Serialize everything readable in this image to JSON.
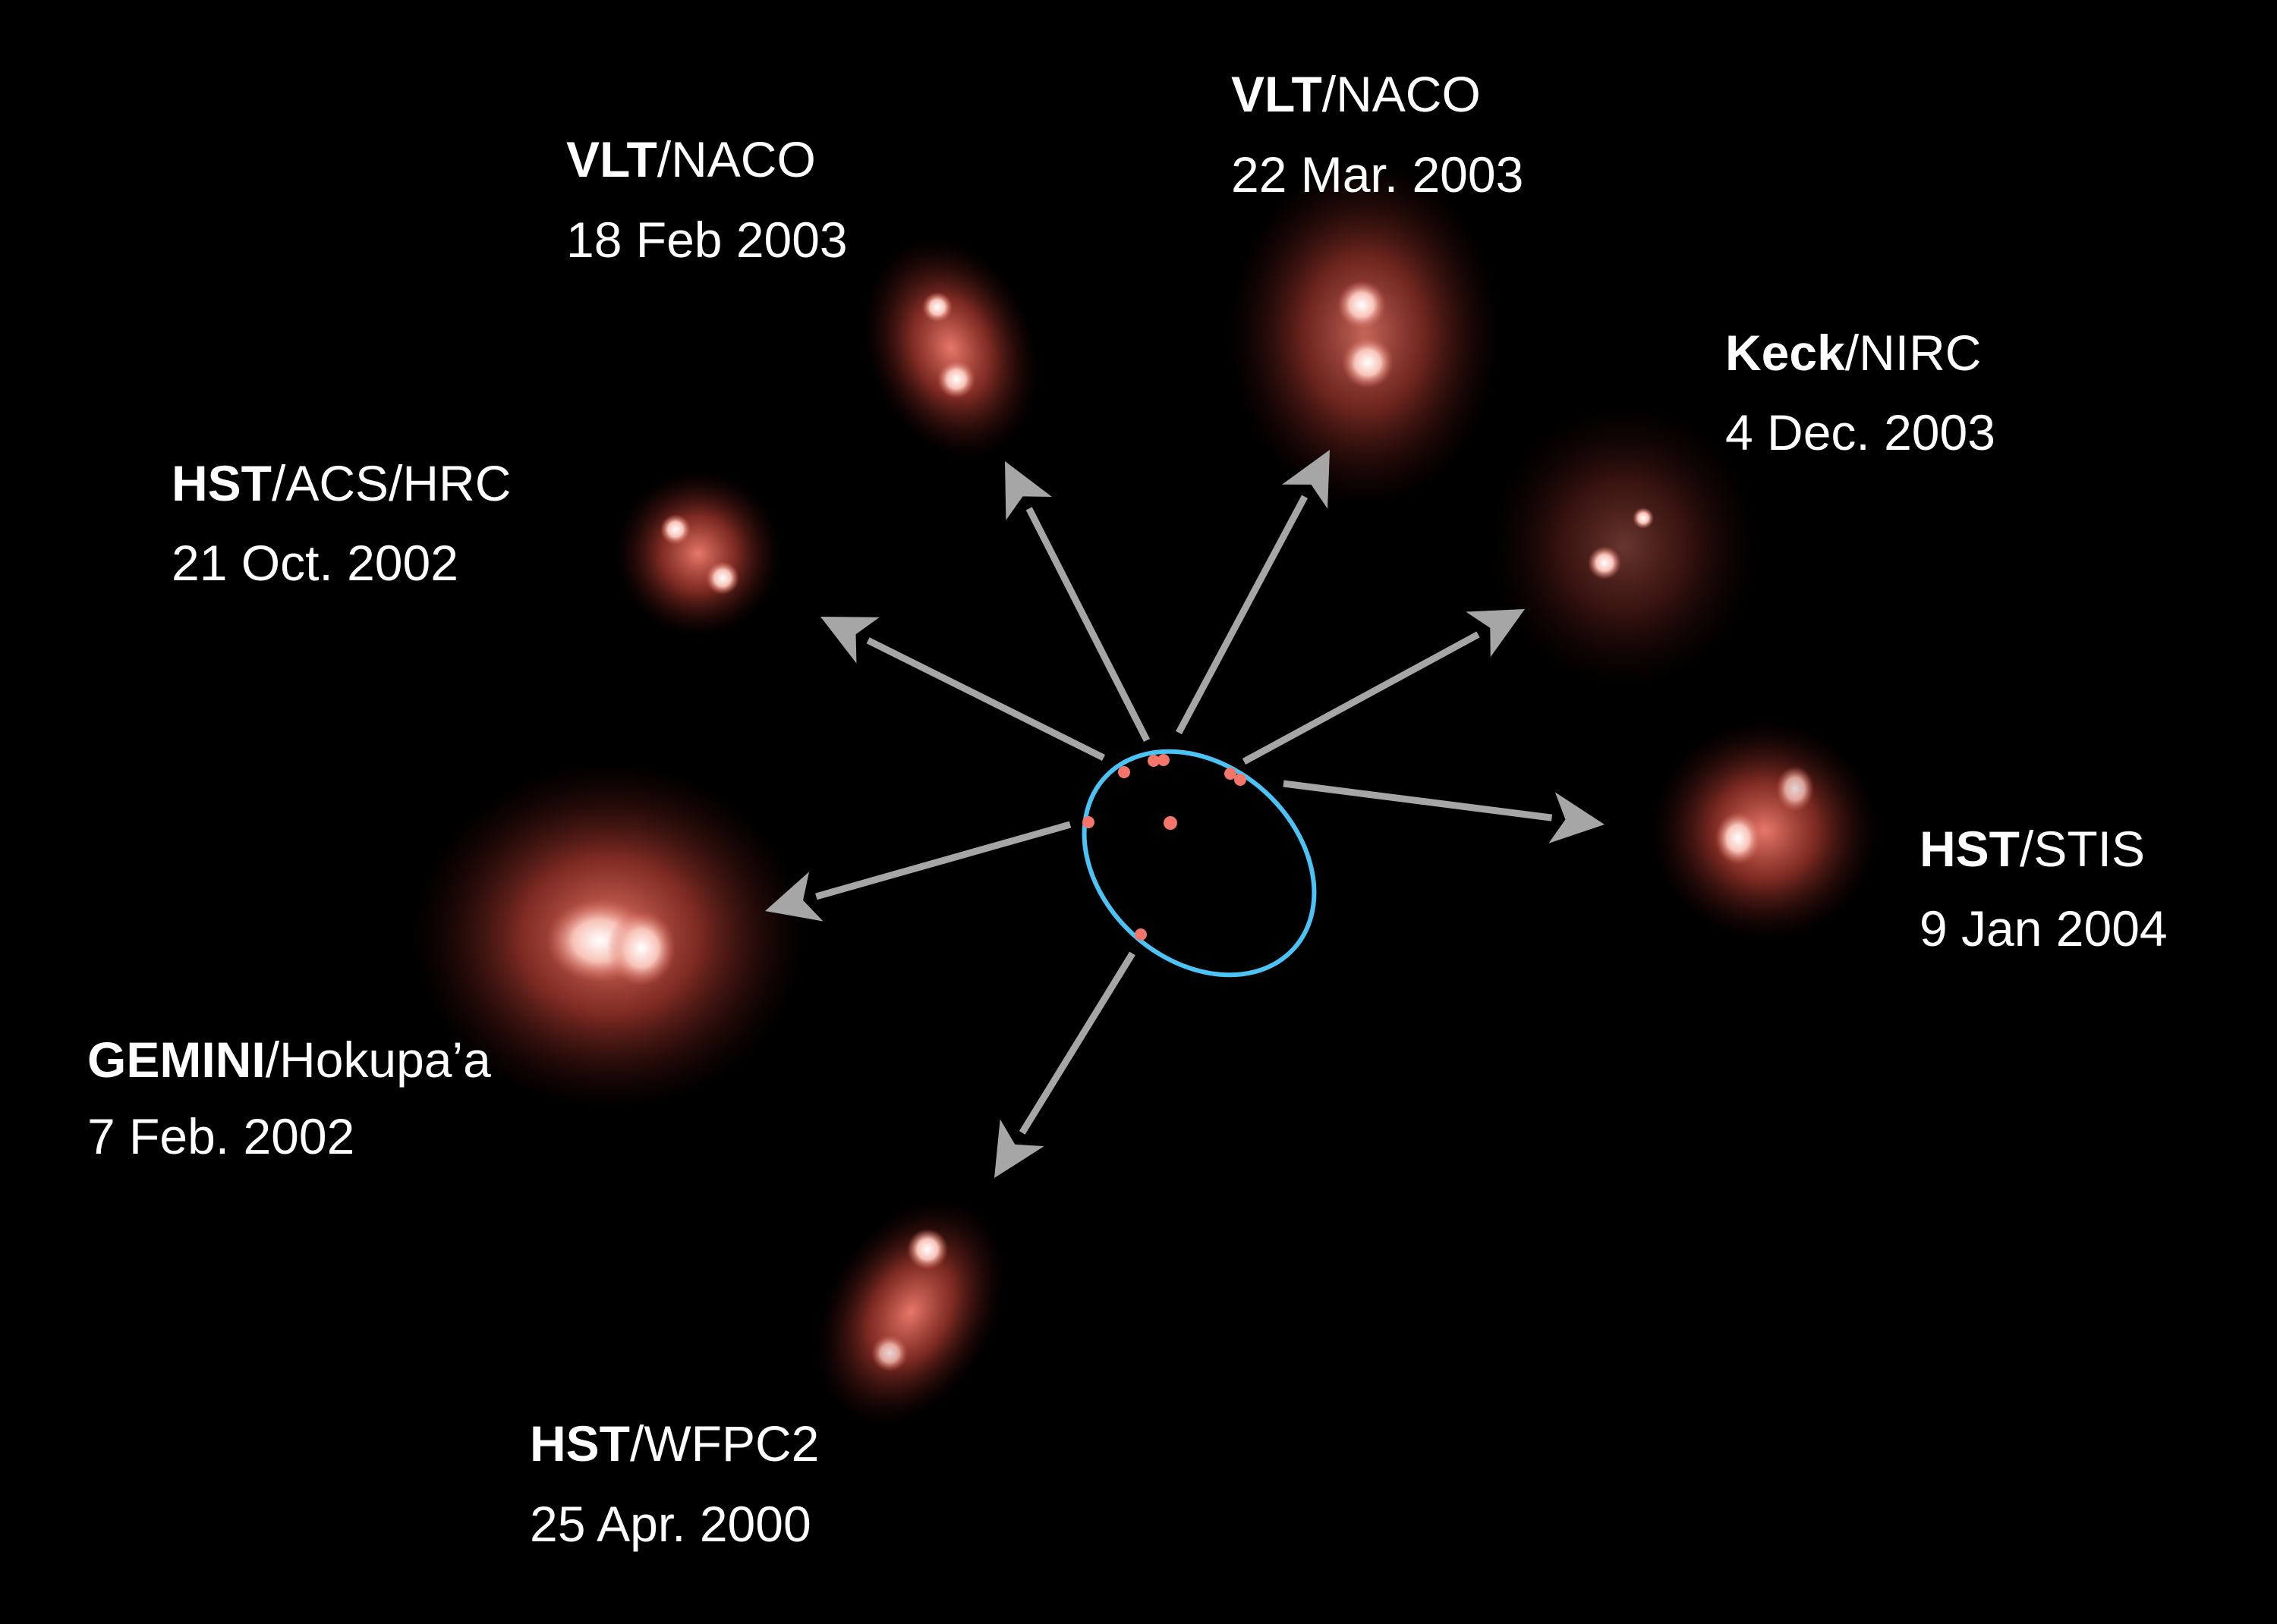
{
  "colors": {
    "background": "#000000",
    "orbit": "#4cc3f5",
    "epoch_dot": "#f4766a",
    "arrow": "#a6a6a6",
    "glow": "#c8483a",
    "core": "#ffffff"
  },
  "observations": [
    {
      "telescope": "HST",
      "instrument": "/WFPC2",
      "date": "25 Apr. 2000"
    },
    {
      "telescope": "GEMINI",
      "instrument": "/Hokupa’a",
      "date": "7 Feb. 2002"
    },
    {
      "telescope": "HST",
      "instrument": "/ACS/HRC",
      "date": "21 Oct. 2002"
    },
    {
      "telescope": "VLT",
      "instrument": "/NACO",
      "date": "18 Feb 2003"
    },
    {
      "telescope": "VLT",
      "instrument": "/NACO",
      "date": "22 Mar. 2003"
    },
    {
      "telescope": "Keck",
      "instrument": "/NIRC",
      "date": "4 Dec. 2003"
    },
    {
      "telescope": "HST",
      "instrument": "/STIS",
      "date": "9 Jan 2004"
    }
  ]
}
